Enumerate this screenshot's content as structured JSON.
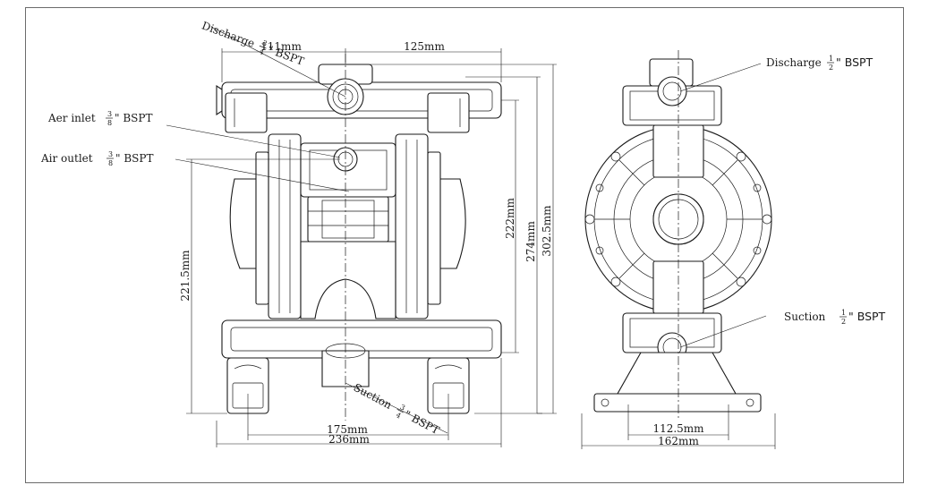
{
  "labels": {
    "discharge_left": "Discharge",
    "discharge_left_frac_num": "3",
    "discharge_left_frac_den": "4",
    "discharge_left_tail": "\" BSPT",
    "air_inlet": "Aer inlet",
    "air_inlet_frac_num": "3",
    "air_inlet_frac_den": "8",
    "air_inlet_tail": "\" BSPT",
    "air_outlet": "Air outlet",
    "air_outlet_frac_num": "3",
    "air_outlet_frac_den": "8",
    "air_outlet_tail": "\" BSPT",
    "suction_left": "Suction",
    "suction_left_frac_num": "3",
    "suction_left_frac_den": "4",
    "suction_left_tail": "\" BSPT",
    "discharge_right": "Discharge",
    "discharge_right_frac_num": "1",
    "discharge_right_frac_den": "2",
    "discharge_right_tail": "\" BSPT",
    "suction_right": "Suction",
    "suction_right_frac_num": "1",
    "suction_right_frac_den": "2",
    "suction_right_tail": "\" BSPT"
  },
  "dimensions": {
    "top_left": "111mm",
    "top_right": "125mm",
    "height_222": "222mm",
    "height_274": "274mm",
    "height_302": "302.5mm",
    "height_221": "221.5mm",
    "bottom_175": "175mm",
    "bottom_236": "236mm",
    "side_112": "112.5mm",
    "side_162": "162mm"
  }
}
